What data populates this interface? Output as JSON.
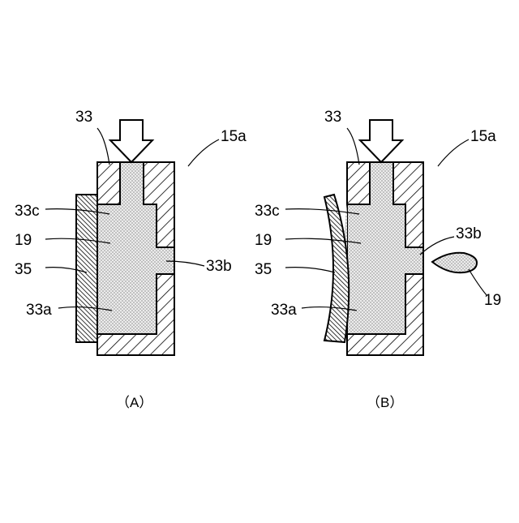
{
  "panel_a": {
    "caption": "（A）",
    "labels": {
      "l33": "33",
      "l15a": "15a",
      "l33c": "33c",
      "l19": "19",
      "l35": "35",
      "l33b": "33b",
      "l33a": "33a"
    }
  },
  "panel_b": {
    "caption": "（B）",
    "labels": {
      "l33": "33",
      "l15a": "15a",
      "l33c": "33c",
      "l19": "19",
      "l35": "35",
      "l33b": "33b",
      "l33a": "33a",
      "l19_drop": "19"
    }
  },
  "colors": {
    "line": "#000000",
    "background": "#ffffff"
  }
}
